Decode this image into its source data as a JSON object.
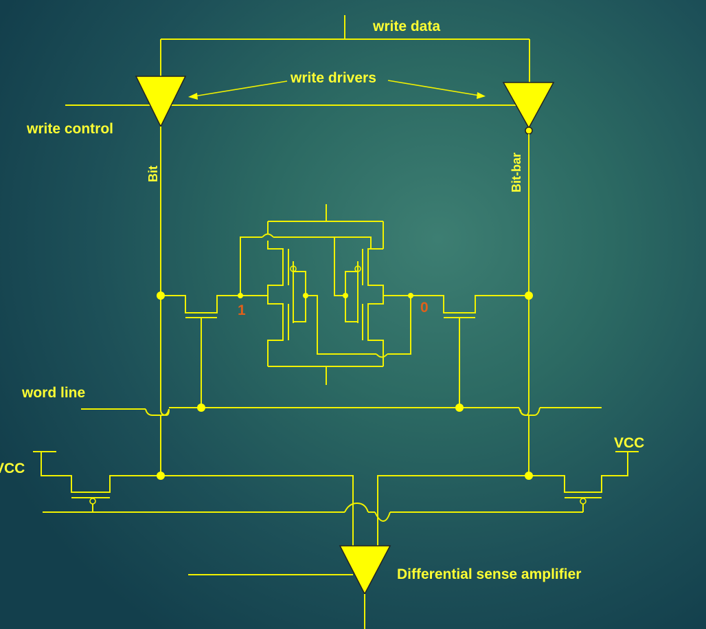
{
  "labels": {
    "write_data": "write data",
    "write_drivers": "write drivers",
    "write_control": "write control",
    "bit": "Bit",
    "bit_bar": "Bit-bar",
    "word_line": "word line",
    "vcc_left": "VCC",
    "vcc_right": "VCC",
    "sense_amplifier": "Differential sense amplifier",
    "node_one": "1",
    "node_zero": "0"
  },
  "colors": {
    "wire": "#f2f200",
    "label": "#ffff33",
    "node_value": "#e0601a",
    "background": "#2c6a63"
  }
}
